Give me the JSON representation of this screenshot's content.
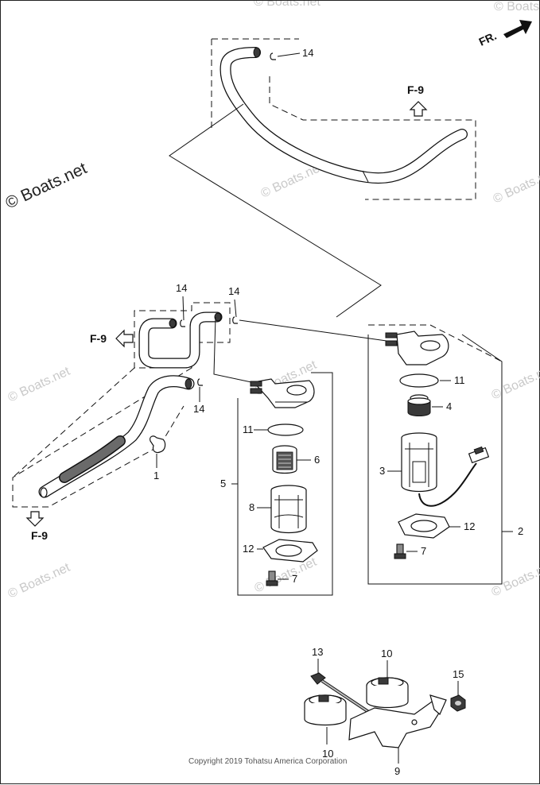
{
  "watermark_main": "© Boats.net",
  "watermark_faint": "© Boats.net",
  "copyright": "Copyright 2019 Tohatsu America Corporation",
  "direction_label": "FR.",
  "flow_labels": {
    "top": "F-9",
    "left": "F-9",
    "bottom": "F-9"
  },
  "callouts": {
    "c14_top": "14",
    "c14_mid_left": "14",
    "c14_mid_right": "14",
    "c14_lower": "14",
    "c1": "1",
    "c2": "2",
    "c3": "3",
    "c4": "4",
    "c5": "5",
    "c6": "6",
    "c7_right": "7",
    "c7_left": "7",
    "c8": "8",
    "c9": "9",
    "c10_top": "10",
    "c10_bottom": "10",
    "c11_right": "11",
    "c11_left": "11",
    "c12_right": "12",
    "c12_left": "12",
    "c13": "13",
    "c15": "15"
  },
  "colors": {
    "line": "#111111",
    "watermark": "#c9c9c9",
    "dark_part": "#3a3a3a",
    "grey_part": "#8a8a8a"
  }
}
